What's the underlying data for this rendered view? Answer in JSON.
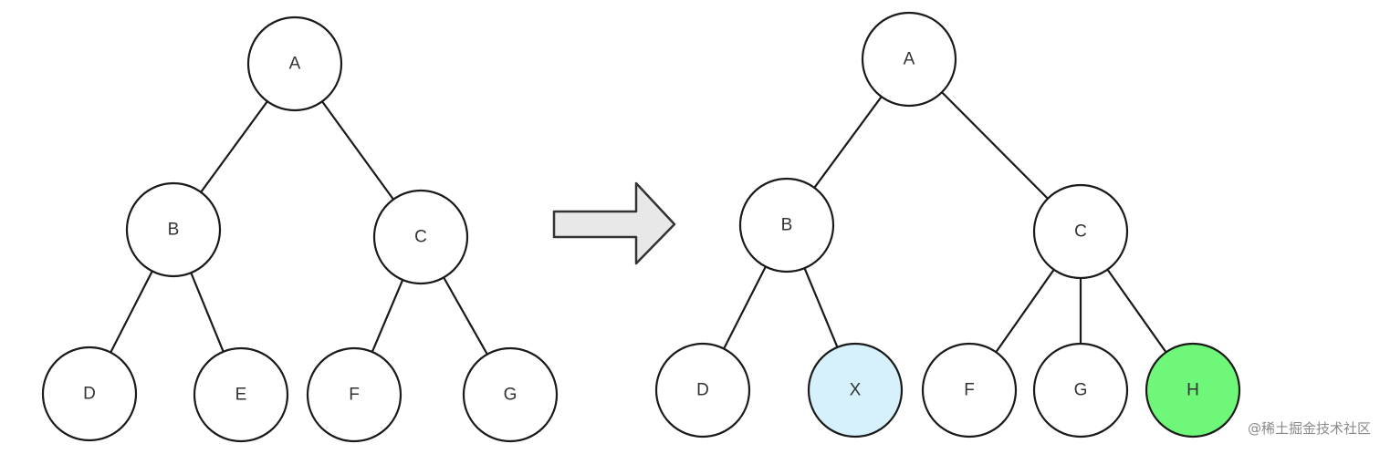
{
  "colors": {
    "background": "#ffffff",
    "stroke": "#1a1a1a",
    "label": "#333333",
    "node_default": "#ffffff",
    "node_changed": "#d6f1fb",
    "node_added": "#6ef779",
    "arrow_fill": "#e8e8e8",
    "arrow_stroke": "#333333"
  },
  "arrow_icon": "right-arrow-icon",
  "trees": [
    {
      "id": "before",
      "nodes": [
        {
          "id": "A",
          "label": "A"
        },
        {
          "id": "B",
          "label": "B"
        },
        {
          "id": "C",
          "label": "C"
        },
        {
          "id": "D",
          "label": "D"
        },
        {
          "id": "E",
          "label": "E"
        },
        {
          "id": "F",
          "label": "F"
        },
        {
          "id": "G",
          "label": "G"
        }
      ],
      "edges": [
        [
          "A",
          "B"
        ],
        [
          "A",
          "C"
        ],
        [
          "B",
          "D"
        ],
        [
          "B",
          "E"
        ],
        [
          "C",
          "F"
        ],
        [
          "C",
          "G"
        ]
      ]
    },
    {
      "id": "after",
      "nodes": [
        {
          "id": "A",
          "label": "A"
        },
        {
          "id": "B",
          "label": "B"
        },
        {
          "id": "C",
          "label": "C"
        },
        {
          "id": "D",
          "label": "D"
        },
        {
          "id": "X",
          "label": "X",
          "status": "changed"
        },
        {
          "id": "F",
          "label": "F"
        },
        {
          "id": "G",
          "label": "G"
        },
        {
          "id": "H",
          "label": "H",
          "status": "added"
        }
      ],
      "edges": [
        [
          "A",
          "B"
        ],
        [
          "A",
          "C"
        ],
        [
          "B",
          "D"
        ],
        [
          "B",
          "X"
        ],
        [
          "C",
          "F"
        ],
        [
          "C",
          "G"
        ],
        [
          "C",
          "H"
        ]
      ]
    }
  ],
  "watermark": "@稀土掘金技术社区"
}
